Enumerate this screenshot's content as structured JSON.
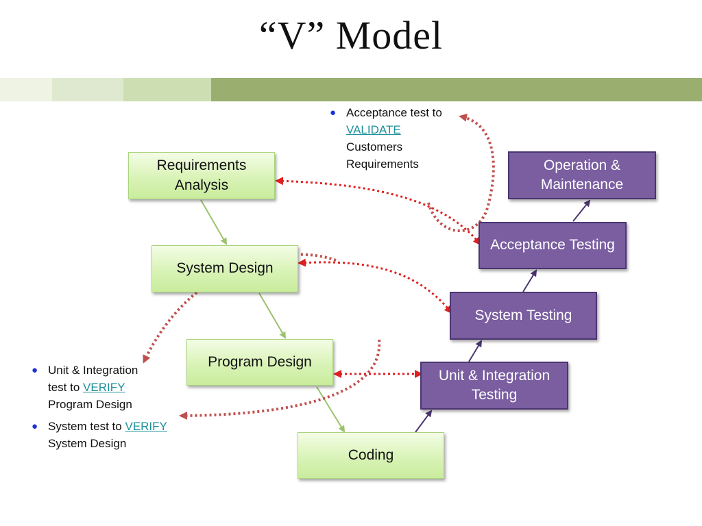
{
  "slide": {
    "title": "“V” Model",
    "band_colors": [
      "#eef3e4",
      "#dfe9cf",
      "#cddfb2",
      "#9aaf6f"
    ]
  },
  "boxes": {
    "requirements_analysis": "Requirements\nAnalysis",
    "system_design": "System Design",
    "program_design": "Program Design",
    "coding": "Coding",
    "unit_integration_testing": "Unit & Integration\nTesting",
    "system_testing": "System Testing",
    "acceptance_testing": "Acceptance Testing",
    "operation_maintenance": "Operation &\nMaintenance"
  },
  "notes": {
    "acceptance": {
      "text_before": "Acceptance test to",
      "link": "VALIDATE",
      "line3": "Customers",
      "line4": "Requirements"
    },
    "unit_integration": {
      "line1": "Unit & Integration",
      "text_before": "test to",
      "link": "VERIFY",
      "line3": "Program Design"
    },
    "system": {
      "text_before": "System test to",
      "link": "VERIFY",
      "line2": "System Design"
    }
  },
  "colors": {
    "design_box_fill": "#d9f3b7",
    "testing_box_fill": "#7a5ea0",
    "flow_arrow_green": "#9bc26c",
    "flow_arrow_purple": "#4b3570",
    "dotted_red": "#e02020",
    "dotted_brown": "#c0504d",
    "bullet": "#1a33d6",
    "link": "#1a8f9a"
  }
}
